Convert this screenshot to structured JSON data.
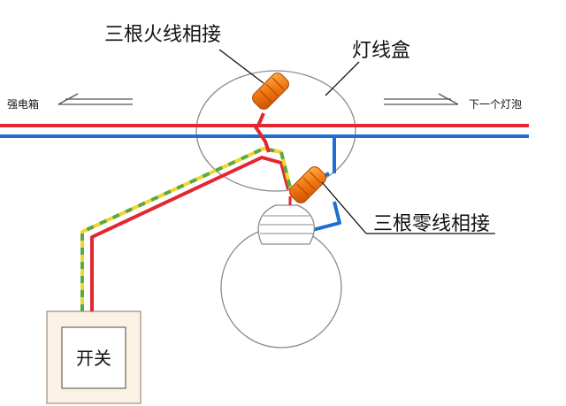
{
  "labels": {
    "hot_joint": "三根火线相接",
    "junction_box": "灯线盒",
    "from_panel": "强电箱",
    "to_next_lamp": "下一个灯泡",
    "neutral_joint": "三根零线相接",
    "switch": "开关"
  },
  "colors": {
    "live": "#e3262f",
    "neutral": "#1f6fd1",
    "earth_yellow": "#f1d52b",
    "earth_green": "#5aa845",
    "connector": "#f06a0f",
    "outline": "#8a8a8a"
  }
}
